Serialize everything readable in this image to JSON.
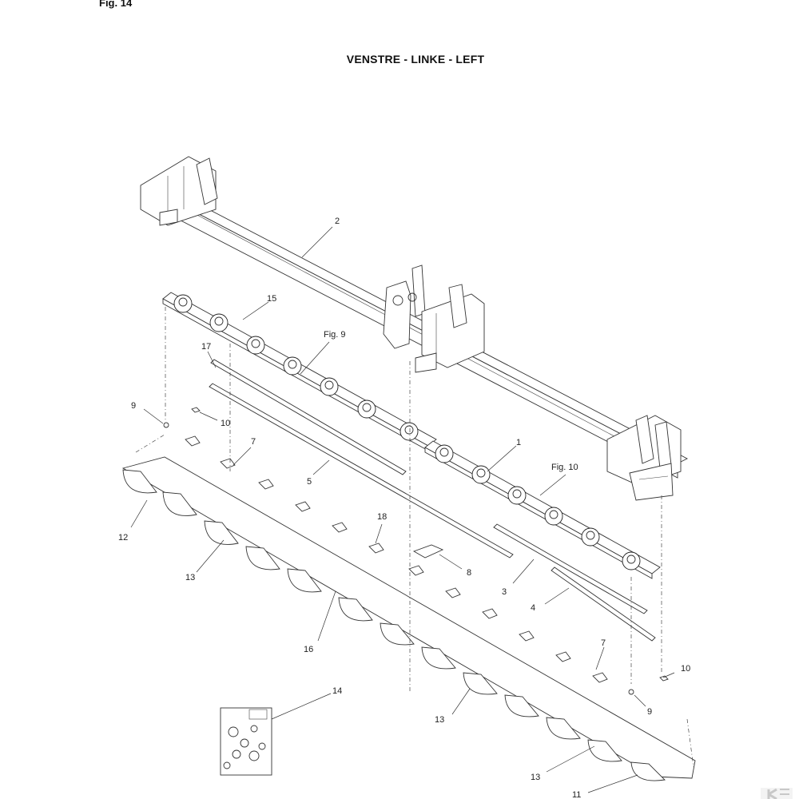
{
  "header": {
    "fig_label": "Fig. 14",
    "title": "VENSTRE - LINKE - LEFT"
  },
  "callouts": {
    "c1": "1",
    "c2": "2",
    "c3": "3",
    "c4": "4",
    "c5": "5",
    "c7a": "7",
    "c7b": "7",
    "c8": "8",
    "c9a": "9",
    "c9b": "9",
    "c10a": "10",
    "c10b": "10",
    "c11": "11",
    "c12": "12",
    "c13a": "13",
    "c13b": "13",
    "c13c": "13",
    "c14": "14",
    "c15": "15",
    "c16": "16",
    "c17": "17",
    "c18": "18",
    "fig9": "Fig. 9",
    "fig10": "Fig. 10"
  },
  "logo": {
    "name": "brand-k-logo"
  }
}
